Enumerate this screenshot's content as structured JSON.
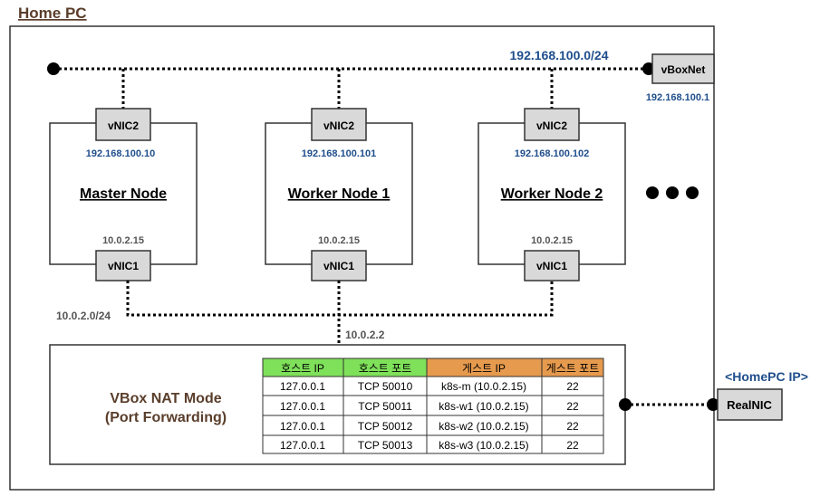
{
  "colors": {
    "title": "#5a3e2b",
    "ip_blue": "#1f4e8c",
    "gray_text": "#555555",
    "nic_fill": "#d9d9d9",
    "header_green": "#7fe05a",
    "header_orange": "#e69a4e"
  },
  "home_pc": {
    "title": "Home PC"
  },
  "network": {
    "host_only_subnet": "192.168.100.0/24",
    "nat_subnet": "10.0.2.0/24",
    "nat_gateway": "10.0.2.2"
  },
  "vboxnet": {
    "label": "vBoxNet",
    "ip": "192.168.100.1"
  },
  "nodes": [
    {
      "name": "Master Node",
      "vnic2_label": "vNIC2",
      "vnic2_ip": "192.168.100.10",
      "vnic1_label": "vNIC1",
      "vnic1_ip": "10.0.2.15"
    },
    {
      "name": "Worker Node 1",
      "vnic2_label": "vNIC2",
      "vnic2_ip": "192.168.100.101",
      "vnic1_label": "vNIC1",
      "vnic1_ip": "10.0.2.15"
    },
    {
      "name": "Worker Node 2",
      "vnic2_label": "vNIC2",
      "vnic2_ip": "192.168.100.102",
      "vnic1_label": "vNIC1",
      "vnic1_ip": "10.0.2.15"
    }
  ],
  "nat": {
    "title_line1": "VBox NAT Mode",
    "title_line2": "(Port Forwarding)",
    "table": {
      "headers": [
        "호스트 IP",
        "호스트 포트",
        "게스트 IP",
        "게스트 포트"
      ],
      "rows": [
        [
          "127.0.0.1",
          "TCP 50010",
          "k8s-m (10.0.2.15)",
          "22"
        ],
        [
          "127.0.0.1",
          "TCP 50011",
          "k8s-w1 (10.0.2.15)",
          "22"
        ],
        [
          "127.0.0.1",
          "TCP 50012",
          "k8s-w2 (10.0.2.15)",
          "22"
        ],
        [
          "127.0.0.1",
          "TCP 50013",
          "k8s-w3 (10.0.2.15)",
          "22"
        ]
      ]
    }
  },
  "realnic": {
    "label": "RealNIC",
    "caption": "<HomePC IP>"
  }
}
